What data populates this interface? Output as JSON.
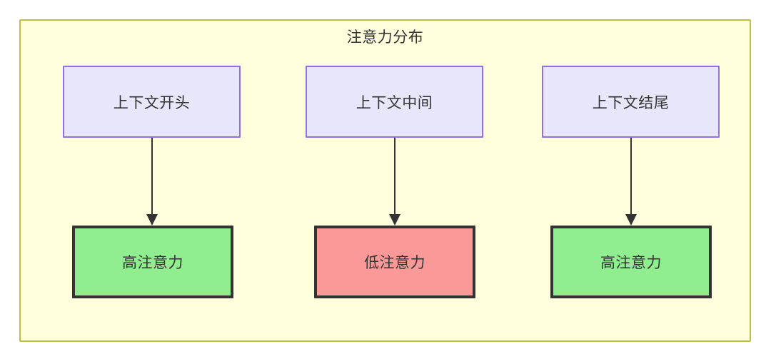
{
  "diagram": {
    "title": "注意力分布",
    "background_color": "#ffffde",
    "border_color": "#bfbf3f",
    "nodes": [
      {
        "id": "ctx-start",
        "label": "上下文开头",
        "group": "context",
        "fill": "#e8e6fb",
        "stroke": "#9370db"
      },
      {
        "id": "ctx-mid",
        "label": "上下文中间",
        "group": "context",
        "fill": "#e8e6fb",
        "stroke": "#9370db"
      },
      {
        "id": "ctx-end",
        "label": "上下文结尾",
        "group": "context",
        "fill": "#e8e6fb",
        "stroke": "#9370db"
      },
      {
        "id": "high-start",
        "label": "高注意力",
        "group": "outcome",
        "fill": "#90ee90",
        "stroke": "#333333"
      },
      {
        "id": "low-mid",
        "label": "低注意力",
        "group": "outcome",
        "fill": "#fb9999",
        "stroke": "#333333"
      },
      {
        "id": "high-end",
        "label": "高注意力",
        "group": "outcome",
        "fill": "#90ee90",
        "stroke": "#333333"
      }
    ],
    "edges": [
      {
        "from": "ctx-start",
        "to": "high-start",
        "arrow": "filled-triangle"
      },
      {
        "from": "ctx-mid",
        "to": "low-mid",
        "arrow": "filled-triangle"
      },
      {
        "from": "ctx-end",
        "to": "high-end",
        "arrow": "filled-triangle"
      }
    ]
  }
}
